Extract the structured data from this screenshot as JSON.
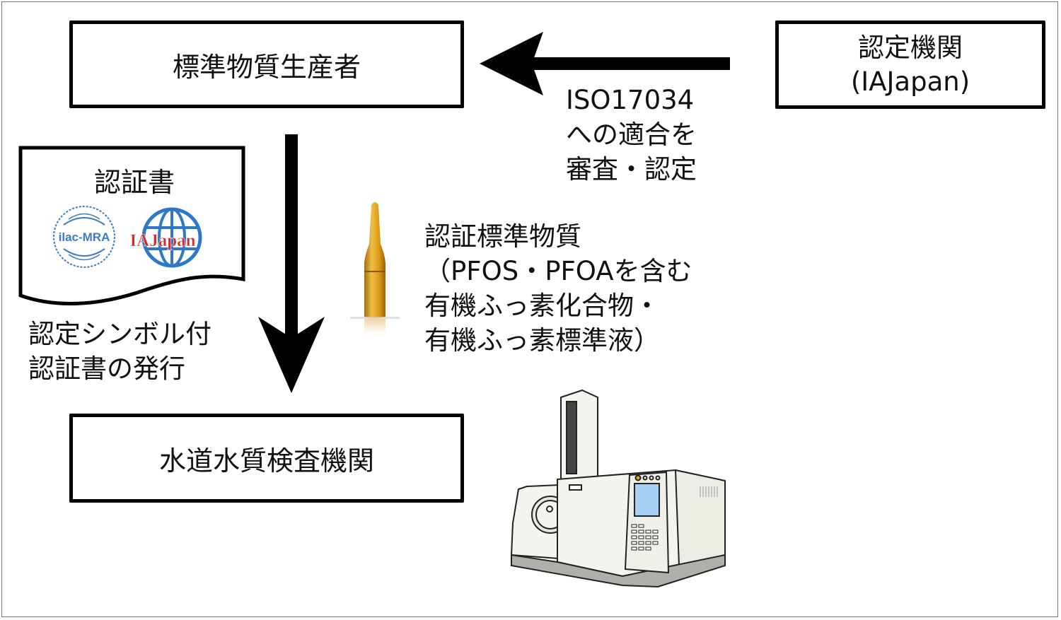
{
  "nodes": {
    "producer": "標準物質生産者",
    "accreditor_line1": "認定機関",
    "accreditor_line2": "(IAJapan)",
    "lab": "水道水質検査機関"
  },
  "edges": {
    "accreditation_label": [
      "ISO17034",
      "への適合を",
      "審査・認定"
    ],
    "supply_direction": "producer-to-lab"
  },
  "certificate": {
    "title": "認証書",
    "logos": [
      "ilac-MRA",
      "IAJapan"
    ],
    "caption": [
      "認定シンボル付",
      "認証書の発行"
    ]
  },
  "reference_material": {
    "caption": [
      "認証標準物質",
      "（PFOS・PFOAを含む",
      "有機ふっ素化合物・",
      "有機ふっ素標準液）"
    ]
  },
  "colors": {
    "line": "#000000",
    "ilac_blue": "#3a7cc4",
    "iajapan_red": "#d42a2a",
    "ampoule_amber": "#d9a020",
    "screen_blue": "#a8d0f5"
  }
}
